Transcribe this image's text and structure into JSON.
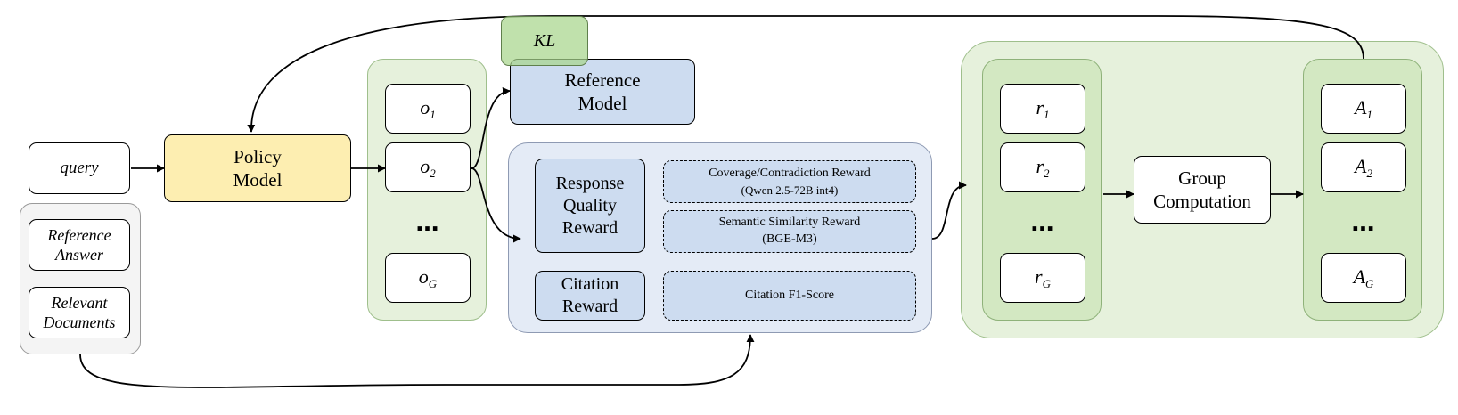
{
  "inputs": {
    "query": "query",
    "reference_answer": [
      "Reference",
      "Answer"
    ],
    "relevant_documents": [
      "Relevant",
      "Documents"
    ]
  },
  "policy_model": [
    "Policy",
    "Model"
  ],
  "outputs": {
    "o1": {
      "base": "o",
      "sub": "1"
    },
    "o2": {
      "base": "o",
      "sub": "2"
    },
    "ellipsis": "…",
    "oG": {
      "base": "o",
      "sub": "G"
    }
  },
  "reference_model": [
    "Reference",
    "Model"
  ],
  "kl_label": "KL",
  "reward_block": {
    "response_quality": [
      "Response",
      "Quality",
      "Reward"
    ],
    "coverage": [
      "Coverage/Contradiction Reward",
      "(Qwen 2.5-72B int4)"
    ],
    "semantic": [
      "Semantic Similarity Reward",
      "(BGE-M3)"
    ],
    "citation": [
      "Citation",
      "Reward"
    ],
    "citation_f1": "Citation F1-Score"
  },
  "rewards": {
    "r1": {
      "base": "r",
      "sub": "1"
    },
    "r2": {
      "base": "r",
      "sub": "2"
    },
    "ellipsis": "…",
    "rG": {
      "base": "r",
      "sub": "G"
    }
  },
  "group_computation": [
    "Group",
    "Computation"
  ],
  "advantages": {
    "A1": {
      "base": "A",
      "sub": "1"
    },
    "A2": {
      "base": "A",
      "sub": "2"
    },
    "ellipsis": "…",
    "AG": {
      "base": "A",
      "sub": "G"
    }
  },
  "colors": {
    "policy_fill": "#fdeeb1",
    "reference_fill": "#cddcf0",
    "group_green": "#e6f1dc",
    "inner_green": "#d3e8c2",
    "reward_panel": "#e4ebf6"
  }
}
